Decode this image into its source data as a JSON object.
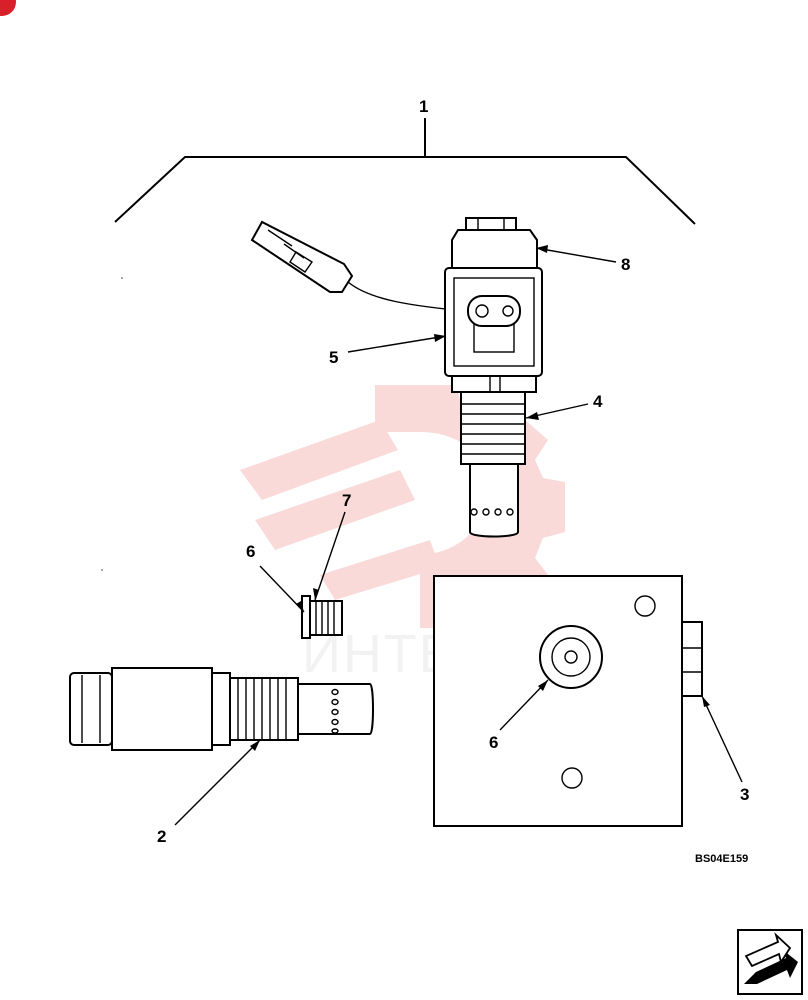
{
  "callouts": {
    "c1": "1",
    "c2": "2",
    "c3": "3",
    "c4": "4",
    "c5": "5",
    "c6a": "6",
    "c6b": "6",
    "c7": "7",
    "c8": "8"
  },
  "figure_code": "BS04E159",
  "watermark": {
    "text": "ИНТЕХ",
    "color": "#f08a8a"
  },
  "nav": {
    "icon": "next-page-arrow-icon"
  }
}
